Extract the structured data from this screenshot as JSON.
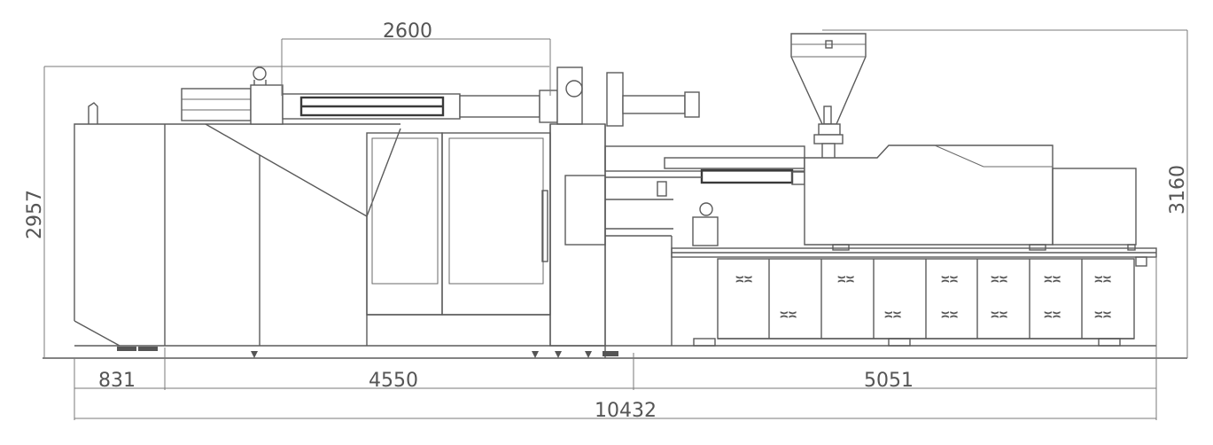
{
  "dimensions": {
    "top_width": "2600",
    "left_height": "2957",
    "right_height": "3160",
    "segment_1": "831",
    "segment_2": "4550",
    "segment_3": "5051",
    "total_length": "10432"
  },
  "vent_symbol": "⋈",
  "colors": {
    "line": "#5a5a5a",
    "dimension": "#7a7a7a",
    "background": "#ffffff"
  }
}
